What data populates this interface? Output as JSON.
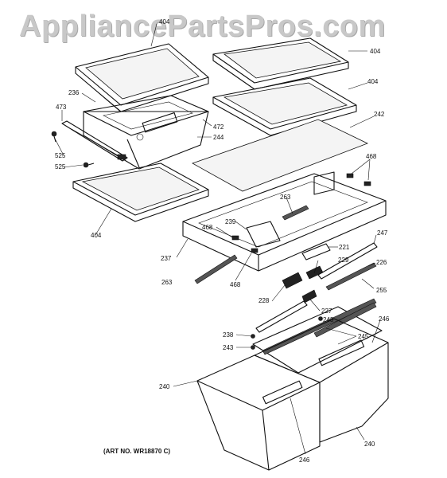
{
  "watermark": "AppliancePartsPros.com",
  "art_number": "(ART NO. WR18870 C)",
  "callouts": [
    {
      "id": "404a",
      "label": "404"
    },
    {
      "id": "404b",
      "label": "404"
    },
    {
      "id": "404c",
      "label": "404"
    },
    {
      "id": "404d",
      "label": "404"
    },
    {
      "id": "236",
      "label": "236"
    },
    {
      "id": "473",
      "label": "473"
    },
    {
      "id": "472",
      "label": "472"
    },
    {
      "id": "244",
      "label": "244"
    },
    {
      "id": "242",
      "label": "242"
    },
    {
      "id": "525a",
      "label": "525"
    },
    {
      "id": "525b",
      "label": "525"
    },
    {
      "id": "468a",
      "label": "468"
    },
    {
      "id": "468b",
      "label": "468"
    },
    {
      "id": "468c",
      "label": "468"
    },
    {
      "id": "263a",
      "label": "263"
    },
    {
      "id": "263b",
      "label": "263"
    },
    {
      "id": "239",
      "label": "239"
    },
    {
      "id": "237",
      "label": "237"
    },
    {
      "id": "221",
      "label": "221"
    },
    {
      "id": "247",
      "label": "247"
    },
    {
      "id": "229",
      "label": "229"
    },
    {
      "id": "226",
      "label": "226"
    },
    {
      "id": "255",
      "label": "255"
    },
    {
      "id": "228",
      "label": "228"
    },
    {
      "id": "227",
      "label": "227"
    },
    {
      "id": "243a",
      "label": "243"
    },
    {
      "id": "243b",
      "label": "243"
    },
    {
      "id": "238",
      "label": "238"
    },
    {
      "id": "245",
      "label": "245"
    },
    {
      "id": "246a",
      "label": "246"
    },
    {
      "id": "246b",
      "label": "246"
    },
    {
      "id": "240a",
      "label": "240"
    },
    {
      "id": "240b",
      "label": "240"
    }
  ]
}
